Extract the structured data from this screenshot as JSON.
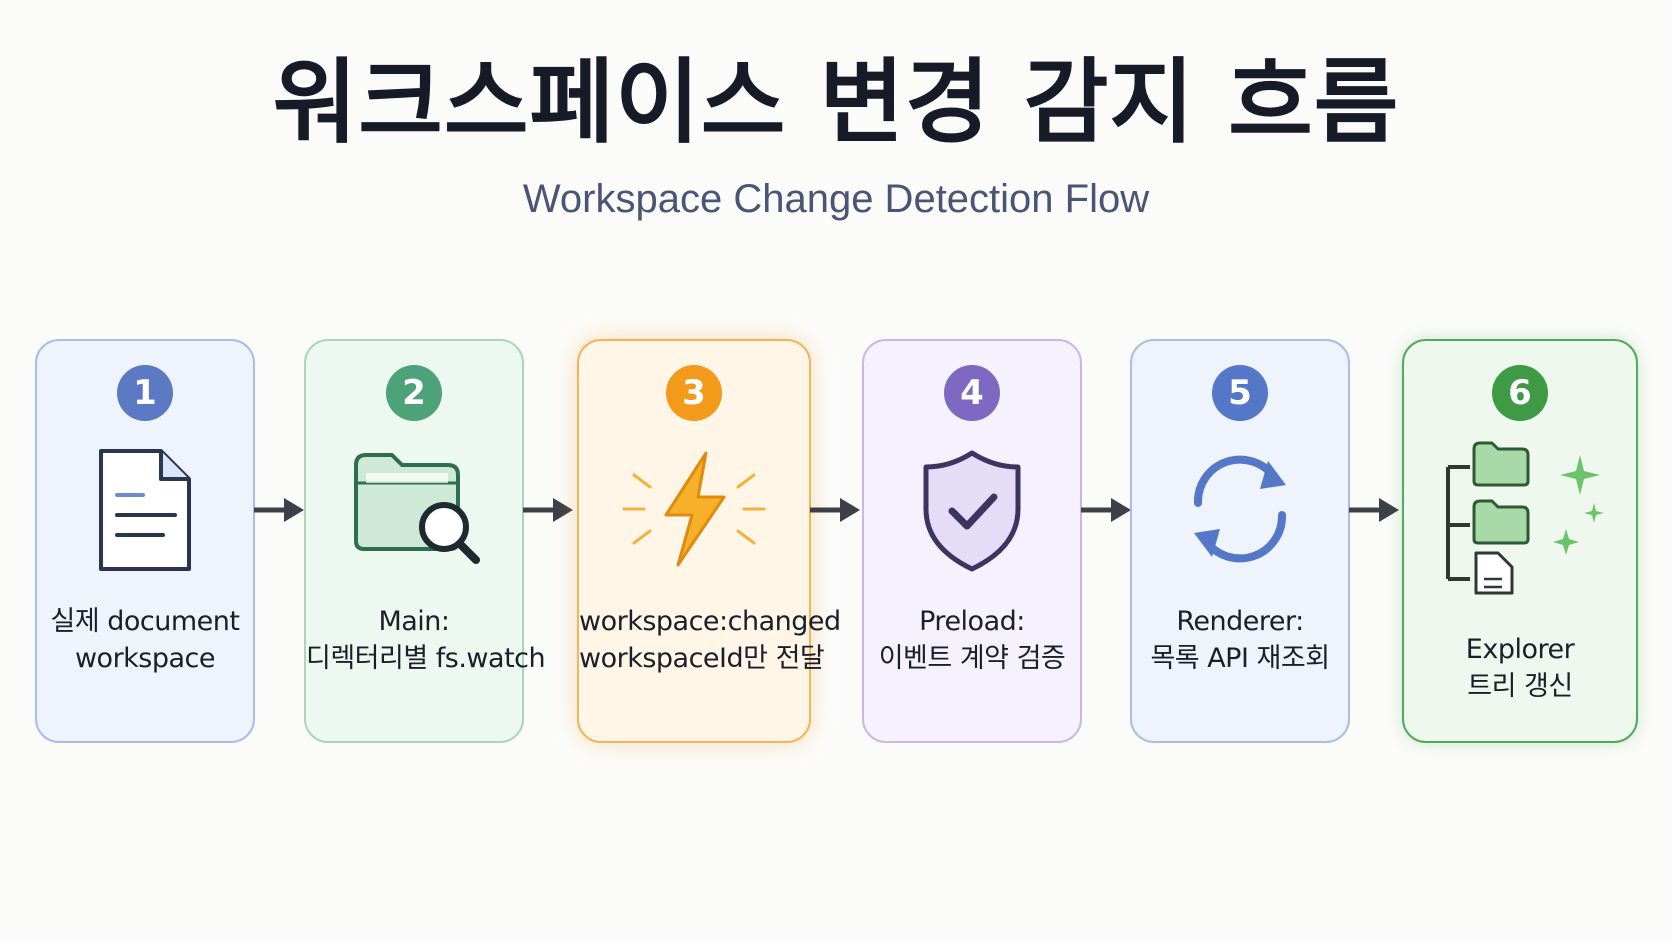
{
  "title": "워크스페이스 변경 감지 흐름",
  "subtitle": "Workspace Change Detection Flow",
  "steps": [
    {
      "number": "1",
      "line1": "실제 document",
      "line2": "workspace",
      "icon": "document-icon",
      "color": "#5b7ac3"
    },
    {
      "number": "2",
      "line1": "Main:",
      "line2": "디렉터리별 fs.watch",
      "icon": "folder-search-icon",
      "color": "#4da27a"
    },
    {
      "number": "3",
      "line1": "workspace:changed",
      "line2": "workspaceId만 전달",
      "icon": "lightning-icon",
      "color": "#f39a1a"
    },
    {
      "number": "4",
      "line1": "Preload:",
      "line2": "이벤트 계약 검증",
      "icon": "shield-check-icon",
      "color": "#7d68c2"
    },
    {
      "number": "5",
      "line1": "Renderer:",
      "line2": "목록 API 재조회",
      "icon": "refresh-icon",
      "color": "#5477c8"
    },
    {
      "number": "6",
      "line1": "Explorer",
      "line2": "트리 갱신",
      "icon": "file-tree-icon",
      "color": "#3e9a45"
    }
  ]
}
